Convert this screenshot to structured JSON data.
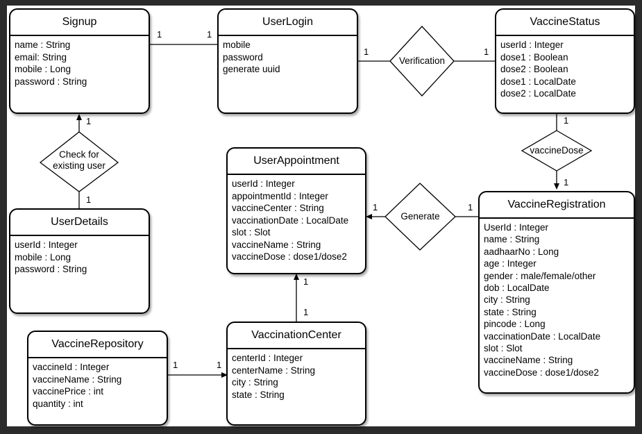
{
  "entities": {
    "signup": {
      "title": "Signup",
      "fields": [
        "name : String",
        "email: String",
        "mobile : Long",
        "password : String"
      ]
    },
    "user_login": {
      "title": "UserLogin",
      "fields": [
        "mobile",
        "password",
        "generate uuid"
      ]
    },
    "vaccine_status": {
      "title": "VaccineStatus",
      "fields": [
        "userId : Integer",
        "dose1 : Boolean",
        "dose2 : Boolean",
        "dose1 : LocalDate",
        "dose2 : LocalDate"
      ]
    },
    "user_appointment": {
      "title": "UserAppointment",
      "fields": [
        "userId : Integer",
        "appointmentId : Integer",
        "vaccineCenter : String",
        "vaccinationDate : LocalDate",
        "slot : Slot",
        "vaccineName : String",
        "vaccineDose : dose1/dose2"
      ]
    },
    "user_details": {
      "title": "UserDetails",
      "fields": [
        "userId : Integer",
        "mobile : Long",
        "password : String"
      ]
    },
    "vaccine_registration": {
      "title": "VaccineRegistration",
      "fields": [
        "UserId : Integer",
        "name : String",
        "aadhaarNo : Long",
        "age : Integer",
        "gender : male/female/other",
        "dob : LocalDate",
        "city : String",
        "state : String",
        "pincode : Long",
        "vaccinationDate : LocalDate",
        "slot : Slot",
        "vaccineName : String",
        "vaccineDose : dose1/dose2"
      ]
    },
    "vaccine_repository": {
      "title": "VaccineRepository",
      "fields": [
        "vaccineId : Integer",
        "vaccineName : String",
        "vaccinePrice : int",
        "quantity : int"
      ]
    },
    "vaccination_center": {
      "title": "VaccinationCenter",
      "fields": [
        "centerId : Integer",
        "centerName : String",
        "city : String",
        "state : String"
      ]
    }
  },
  "relationships": {
    "verification": "Verification",
    "check_existing": [
      "Check for",
      "existing user"
    ],
    "vaccine_dose": "vaccineDose",
    "generate": "Generate"
  },
  "multiplicity": {
    "signup_login_a": "1",
    "signup_login_b": "1",
    "login_verification": "1",
    "verification_status": "1",
    "status_dose": "1",
    "dose_registration": "1",
    "signup_check": "1",
    "check_details": "1",
    "generate_appointment": "1",
    "registration_generate": "1",
    "appointment_center_top": "1",
    "appointment_center_bottom": "1",
    "repository_center_a": "1",
    "repository_center_b": "1"
  }
}
